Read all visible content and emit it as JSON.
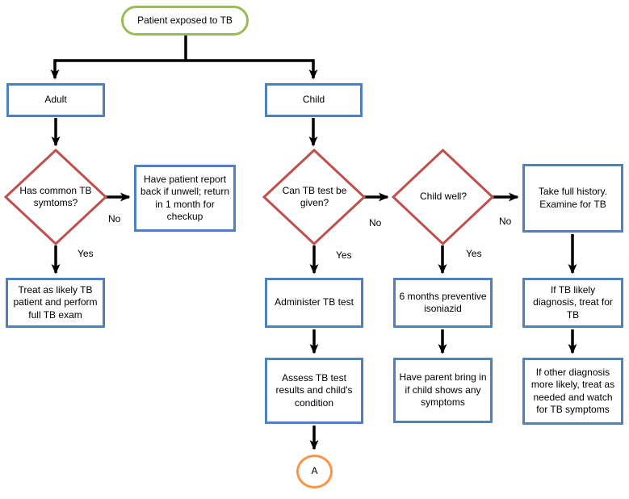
{
  "title": "TB exposure decision flowchart",
  "palette": {
    "start_border": "#9BBB59",
    "process_border": "#4F81BD",
    "decision_border": "#C0504D",
    "connector_border": "#F79646",
    "line": "#000000",
    "background": "#FFFFFF"
  },
  "nodes": {
    "start": "Patient exposed to TB",
    "adult": "Adult",
    "child": "Child",
    "has_symptoms": "Has common TB symtoms?",
    "report_back": "Have patient report back if unwell; return in 1 month for checkup",
    "treat_adult": "Treat as likely TB patient and perform full TB exam",
    "can_test": "Can TB test be given?",
    "administer_test": "Administer TB test",
    "assess_results": "Assess TB test results and child's condition",
    "connector_a": "A",
    "child_well": "Child well?",
    "isoniazid": "6 months preventive isoniazid",
    "parent_bring_in": "Have parent bring in if child shows any symptoms",
    "take_history": "Take full history. Examine for TB",
    "treat_tb": "If TB likely diagnosis, treat for TB",
    "other_diagnosis": "If other diagnosis more likely, treat as needed and watch for TB symptoms"
  },
  "edge_labels": {
    "has_symptoms_no": "No",
    "has_symptoms_yes": "Yes",
    "can_test_no": "No",
    "can_test_yes": "Yes",
    "child_well_no": "No",
    "child_well_yes": "Yes"
  }
}
